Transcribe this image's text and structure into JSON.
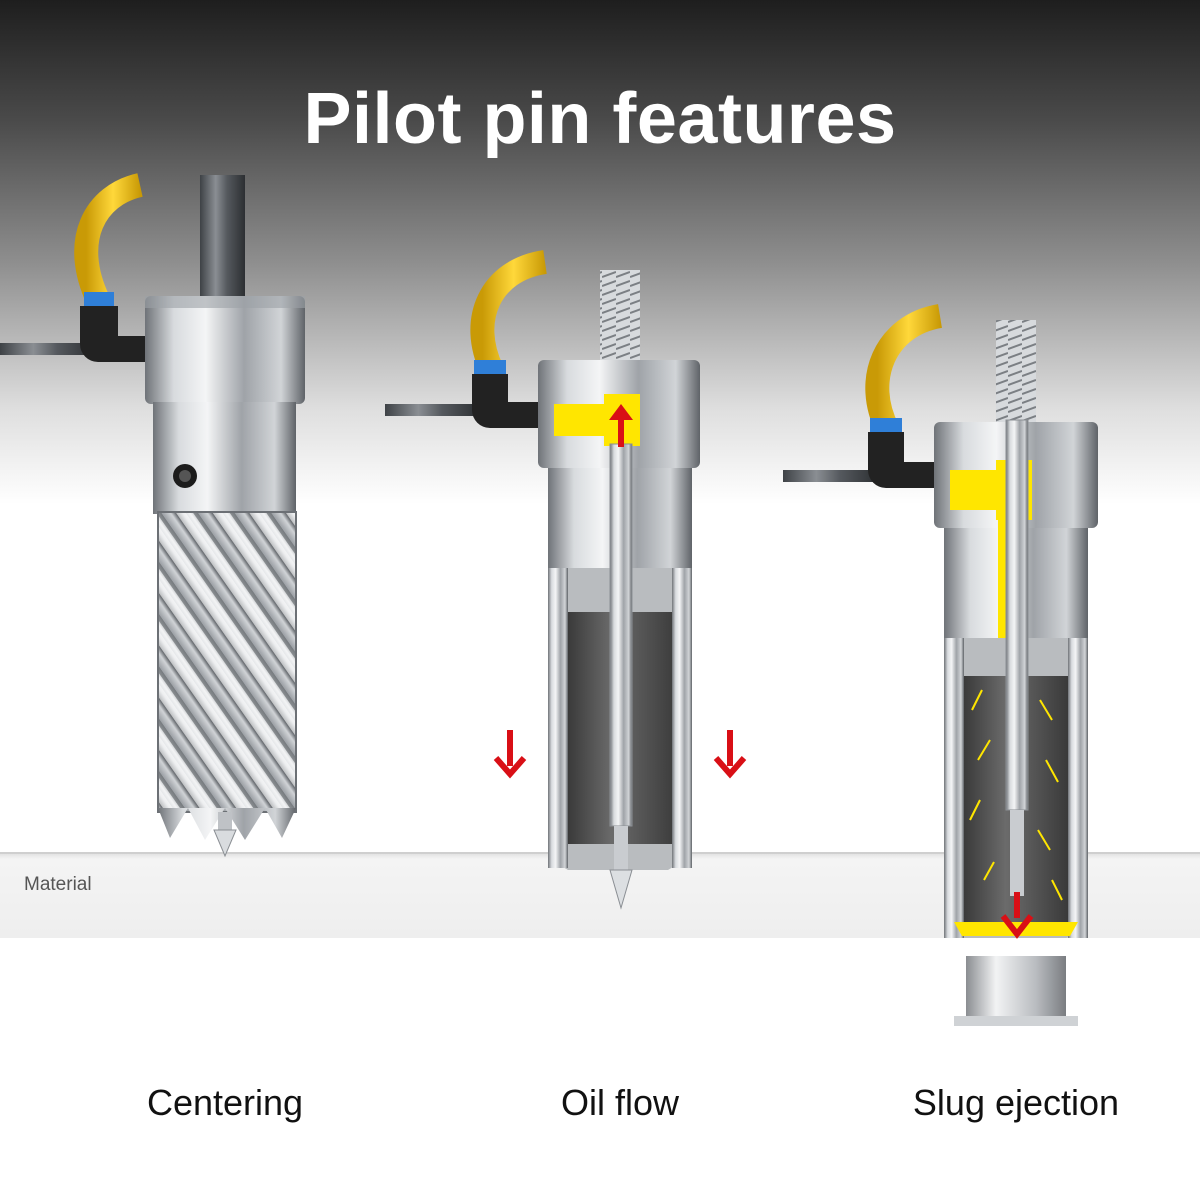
{
  "title": "Pilot pin features",
  "material_label": "Material",
  "panels": [
    {
      "caption": "Centering"
    },
    {
      "caption": "Oil flow"
    },
    {
      "caption": "Slug ejection"
    }
  ],
  "colors": {
    "header_dark": "#1e1e1e",
    "background": "#ffffff",
    "material_band": "#f1f1f1",
    "oil_hose": "#f2c31a",
    "oil": "#ffe600",
    "arrow": "#d90f16",
    "steel": "#c7cace",
    "fitting": "#222222",
    "fitting_ring": "#2f7fd8",
    "slug_core": "#555555"
  }
}
